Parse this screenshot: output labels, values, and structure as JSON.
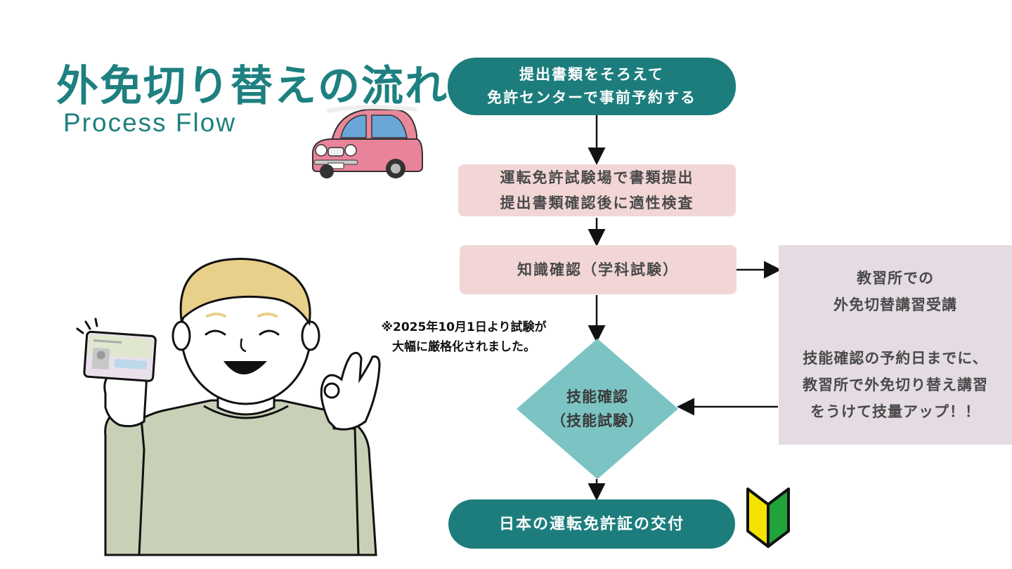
{
  "title": "外免切り替えの流れ",
  "subtitle": "Process Flow",
  "steps": {
    "reservation": "提出書類をそろえて\n免許センターで事前予約する",
    "submission": "運転免許試験場で書類提出\n提出書類確認後に適性検査",
    "knowledge": "知識確認（学科試験）",
    "skill": "技能確認\n（技能試験）",
    "issuance": "日本の運転免許証の交付"
  },
  "side_box": "教習所での\n外免切替講習受講\n\n技能確認の予約日までに、\n教習所で外免切り替え講習\nをうけて技量アップ！！",
  "note": "※2025年10月1日より試験が\n大幅に厳格化されました。",
  "colors": {
    "teal": "#1d7d7d",
    "pink": "#f2d6d6",
    "lavender": "#e4dbe3",
    "diamond": "#7cc4c3"
  },
  "icons": [
    "pink-car-icon",
    "beginner-driver-mark-icon",
    "smiling-man-with-id-card-icon"
  ]
}
